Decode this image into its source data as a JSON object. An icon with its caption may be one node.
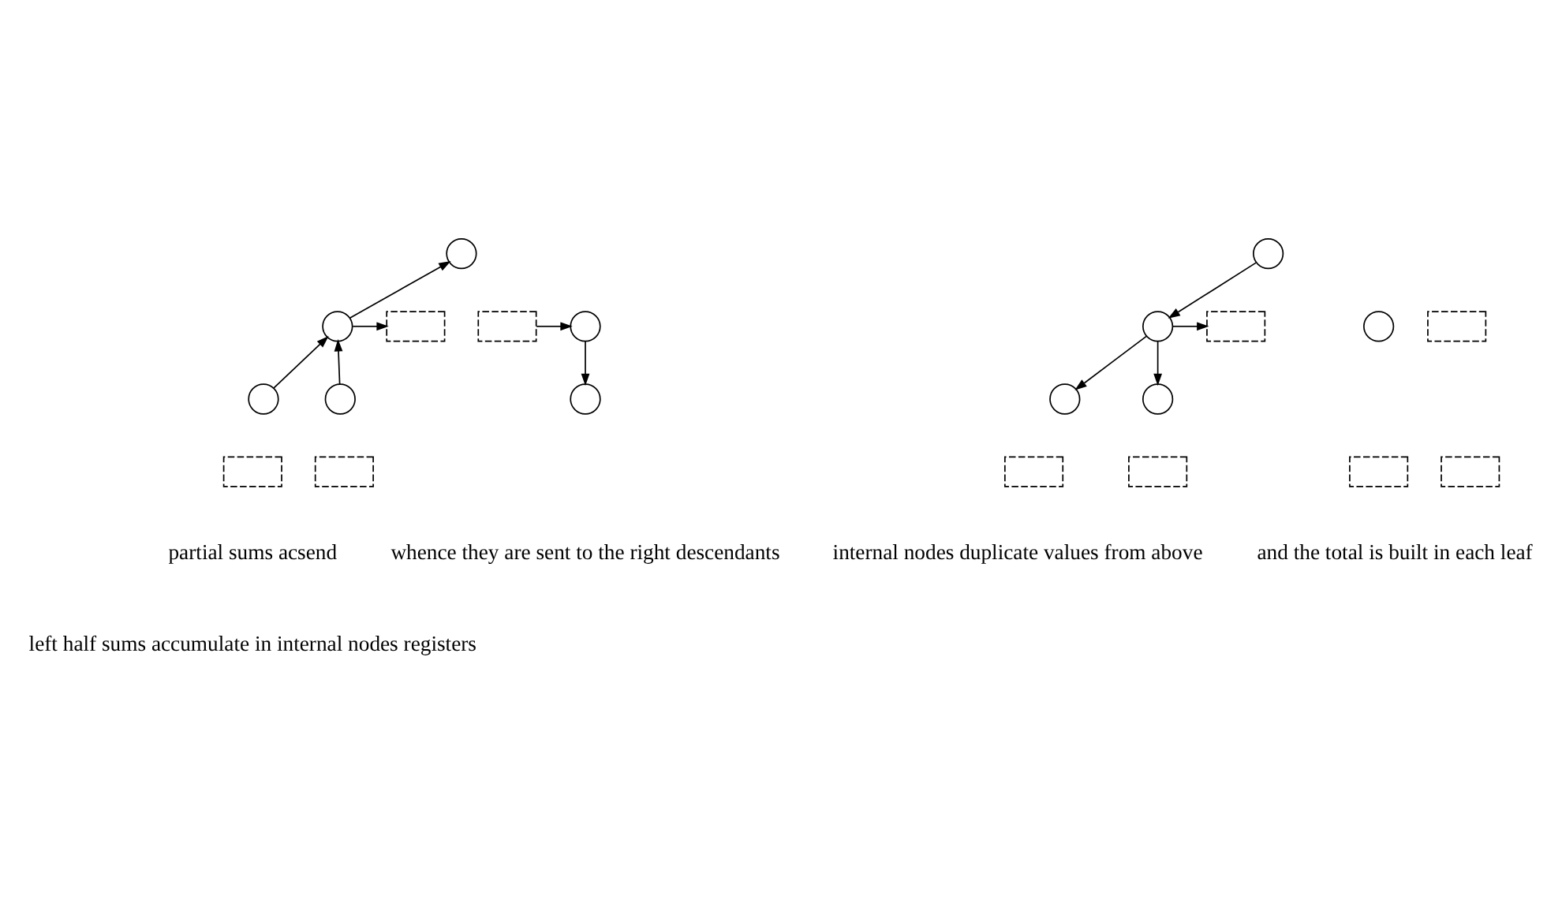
{
  "diagram": {
    "nodes": [
      {
        "text": [],
        "shape": "circle"
      },
      {
        "text": [],
        "shape": "circle"
      },
      {
        "text": [],
        "shape": "box"
      },
      {
        "text": [],
        "shape": "circle"
      },
      {
        "text": [],
        "shape": "circle"
      },
      {
        "text": [],
        "shape": "box"
      },
      {
        "text": [],
        "shape": "box"
      },
      {
        "text": [],
        "shape": "circle"
      },
      {
        "text": [],
        "shape": "box"
      },
      {
        "text": [],
        "shape": "circle"
      },
      {
        "text": [],
        "shape": "circle"
      },
      {
        "text": [],
        "shape": "circle"
      },
      {
        "text": [],
        "shape": "box"
      },
      {
        "text": [],
        "shape": "circle"
      },
      {
        "text": [],
        "shape": "circle"
      },
      {
        "text": [],
        "shape": "box"
      },
      {
        "text": [],
        "shape": "box"
      },
      {
        "text": [],
        "shape": "circle"
      },
      {
        "text": [],
        "shape": "box"
      },
      {
        "text": [],
        "shape": "box"
      },
      {
        "text": [],
        "shape": "box"
      }
    ],
    "edges": [
      {
        "from": 1,
        "to": 0,
        "arrow": "to"
      },
      {
        "from": 1,
        "to": 2,
        "arrow": "to"
      },
      {
        "from": 3,
        "to": 1,
        "arrow": "to"
      },
      {
        "from": 4,
        "to": 1,
        "arrow": "to"
      },
      {
        "from": 8,
        "to": 7,
        "arrow": "to"
      },
      {
        "from": 7,
        "to": 9,
        "arrow": "to"
      },
      {
        "from": 10,
        "to": 11,
        "arrow": "to"
      },
      {
        "from": 11,
        "to": 12,
        "arrow": "to"
      },
      {
        "from": 11,
        "to": 13,
        "arrow": "to"
      },
      {
        "from": 11,
        "to": 14,
        "arrow": "to"
      }
    ],
    "labels": [
      "partial sums acsend",
      "whence they are sent to the right descendants",
      "internal nodes duplicate values from above",
      "and the total is built in each leaf",
      "left half sums accumulate in internal nodes registers"
    ]
  }
}
